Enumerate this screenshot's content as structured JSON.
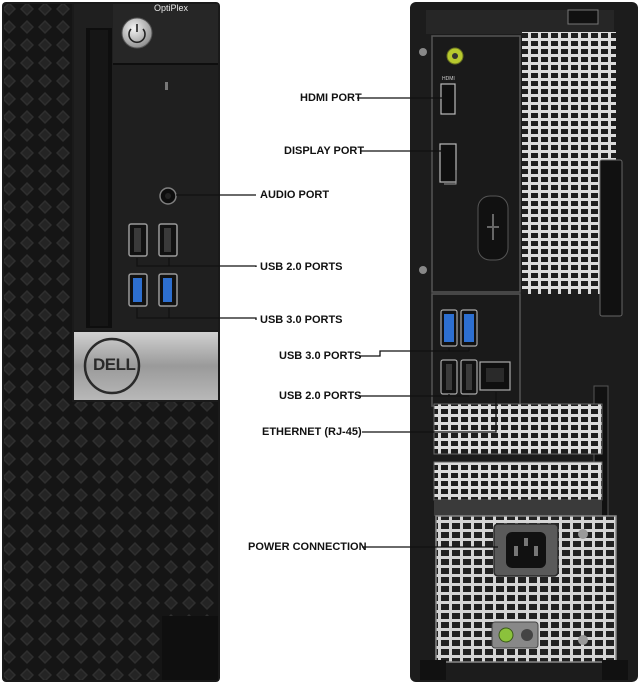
{
  "front": {
    "brand_name": "OptiPlex",
    "logo_text": "DELL"
  },
  "rear": {
    "hdmi_marking": "HDMI"
  },
  "labels": {
    "hdmi": "HDMI PORT",
    "display_port": "DISPLAY PORT",
    "audio": "AUDIO PORT",
    "usb2_front": "USB 2.0 PORTS",
    "usb3_front": "USB 3.0 PORTS",
    "usb3_rear": "USB 3.0 PORTS",
    "usb2_rear": "USB 2.0 PORTS",
    "ethernet": "ETHERNET (RJ-45)",
    "power": "POWER CONNECTION"
  },
  "colors": {
    "chassis": "#1c1c1c",
    "mesh_hole": "#2e2e2e",
    "silver": "#a9a9a9",
    "usb3_blue": "#2d6fd0",
    "label_text": "#111111",
    "leader_line": "#111111"
  }
}
